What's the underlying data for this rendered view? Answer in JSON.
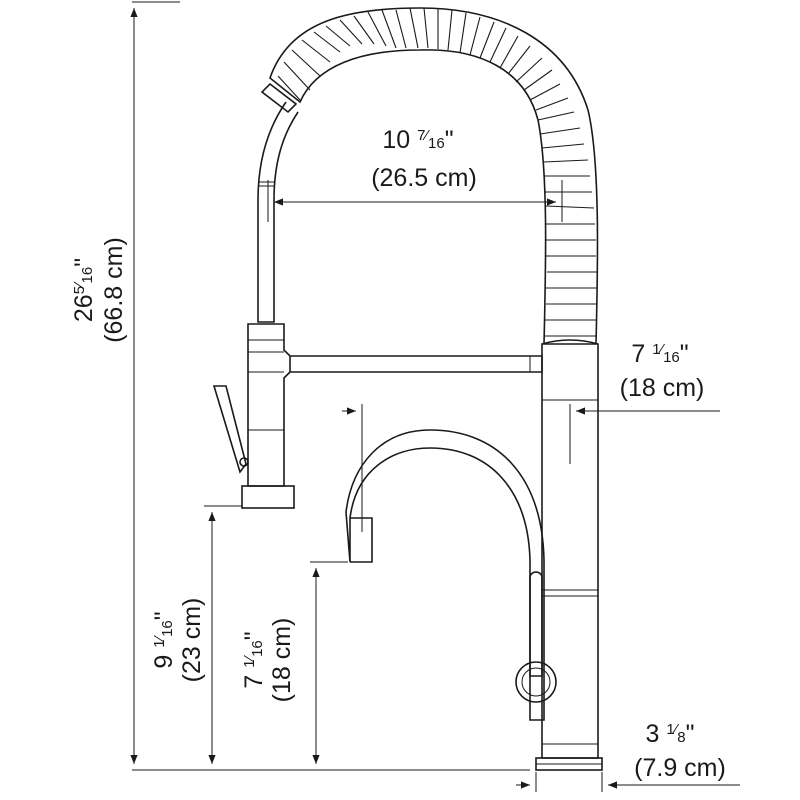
{
  "dimensions": {
    "total_height": {
      "whole": "26",
      "numerator": "5",
      "denominator": "16",
      "inch_mark": "\"",
      "metric": "(66.8 cm)"
    },
    "reach": {
      "whole": "10",
      "numerator": "7",
      "denominator": "16",
      "inch_mark": "\"",
      "metric": "(26.5 cm)"
    },
    "base_to_spout": {
      "whole": "7",
      "numerator": "1",
      "denominator": "16",
      "inch_mark": "\"",
      "metric": "(18 cm)"
    },
    "spray_height": {
      "whole": "9",
      "numerator": "1",
      "denominator": "16",
      "inch_mark": "\"",
      "metric": "(23 cm)"
    },
    "spout_height": {
      "whole": "7",
      "numerator": "1",
      "denominator": "16",
      "inch_mark": "\"",
      "metric": "(18 cm)"
    },
    "base_diameter": {
      "whole": "3",
      "numerator": "1",
      "denominator": "8",
      "inch_mark": "\"",
      "metric": "(7.9 cm)"
    }
  }
}
